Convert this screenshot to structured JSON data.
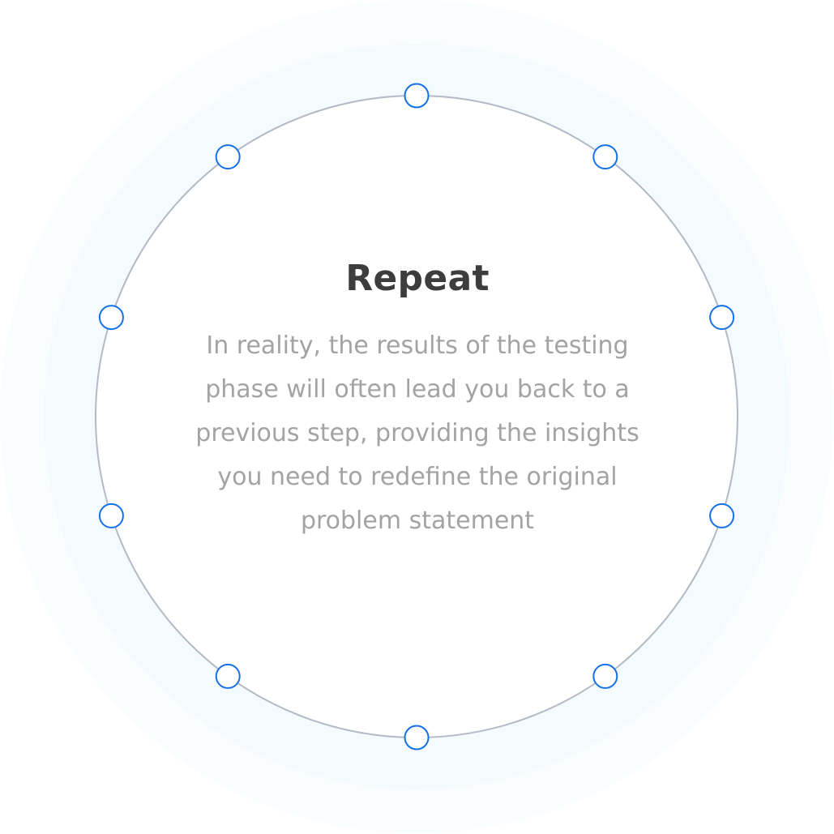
{
  "step": {
    "title": "Repeat",
    "description": "In reality, the results of the testing phase will often lead you back to a previous step, providing the insights you need to redefine the original problem statement"
  },
  "colors": {
    "halo_outer": "#f9fdff",
    "halo_inner": "#f3fbfe",
    "ring_stroke": "#b3b9c6",
    "node_stroke": "#1670e8",
    "node_fill": "#ffffff",
    "title": "#3d3d3d",
    "body": "#a3a3a3"
  },
  "nodes": [
    {
      "id": "node-1"
    },
    {
      "id": "node-2"
    },
    {
      "id": "node-3"
    },
    {
      "id": "node-4"
    },
    {
      "id": "node-5"
    },
    {
      "id": "node-6"
    },
    {
      "id": "node-7"
    },
    {
      "id": "node-8"
    },
    {
      "id": "node-9"
    },
    {
      "id": "node-10"
    }
  ]
}
